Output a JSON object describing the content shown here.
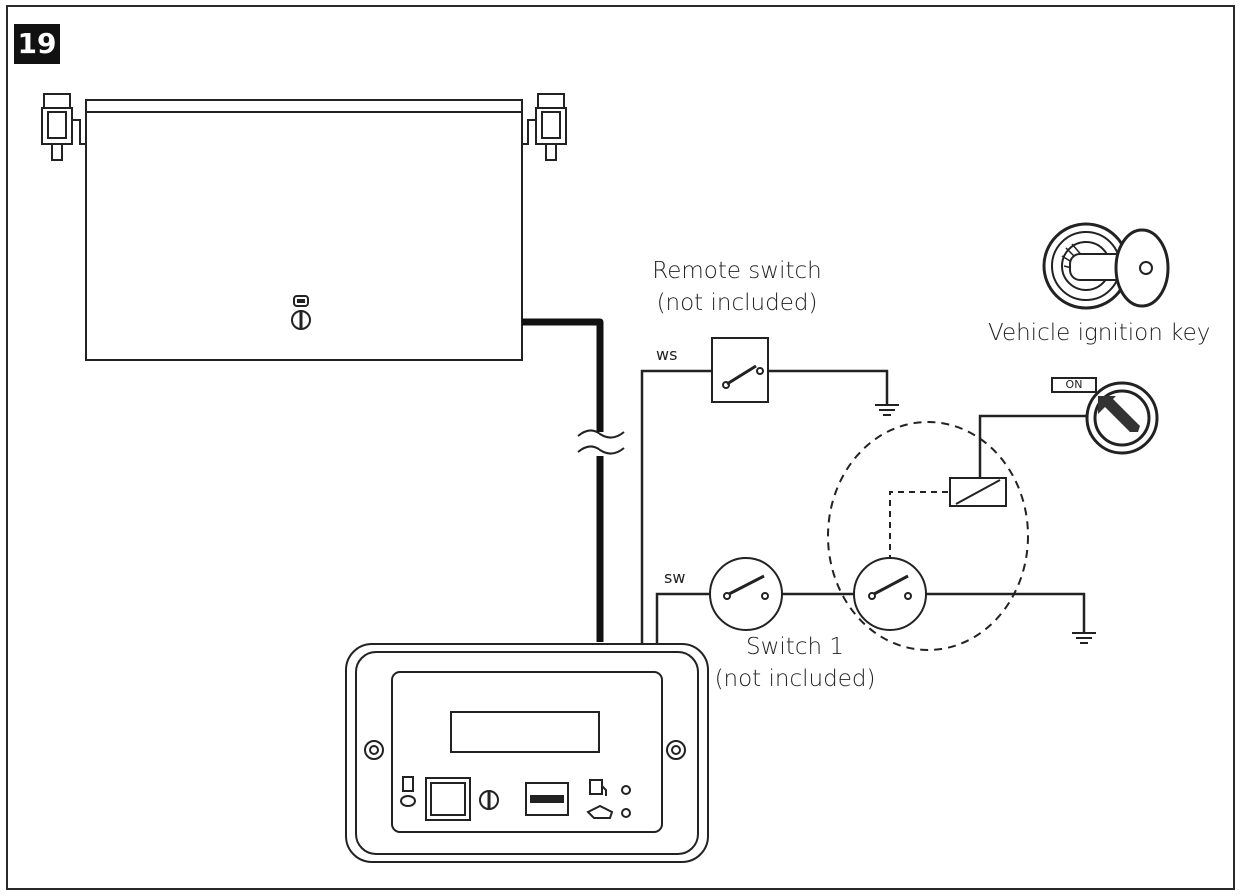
{
  "figure": {
    "number": "19"
  },
  "labels": {
    "remote_switch_line1": "Remote switch",
    "remote_switch_line2": "(not included)",
    "ws": "ws",
    "sw": "sw",
    "switch1_line1": "Switch 1",
    "switch1_line2": "(not included)",
    "ignition_key": "Vehicle ignition key",
    "on_tag": "ON"
  }
}
